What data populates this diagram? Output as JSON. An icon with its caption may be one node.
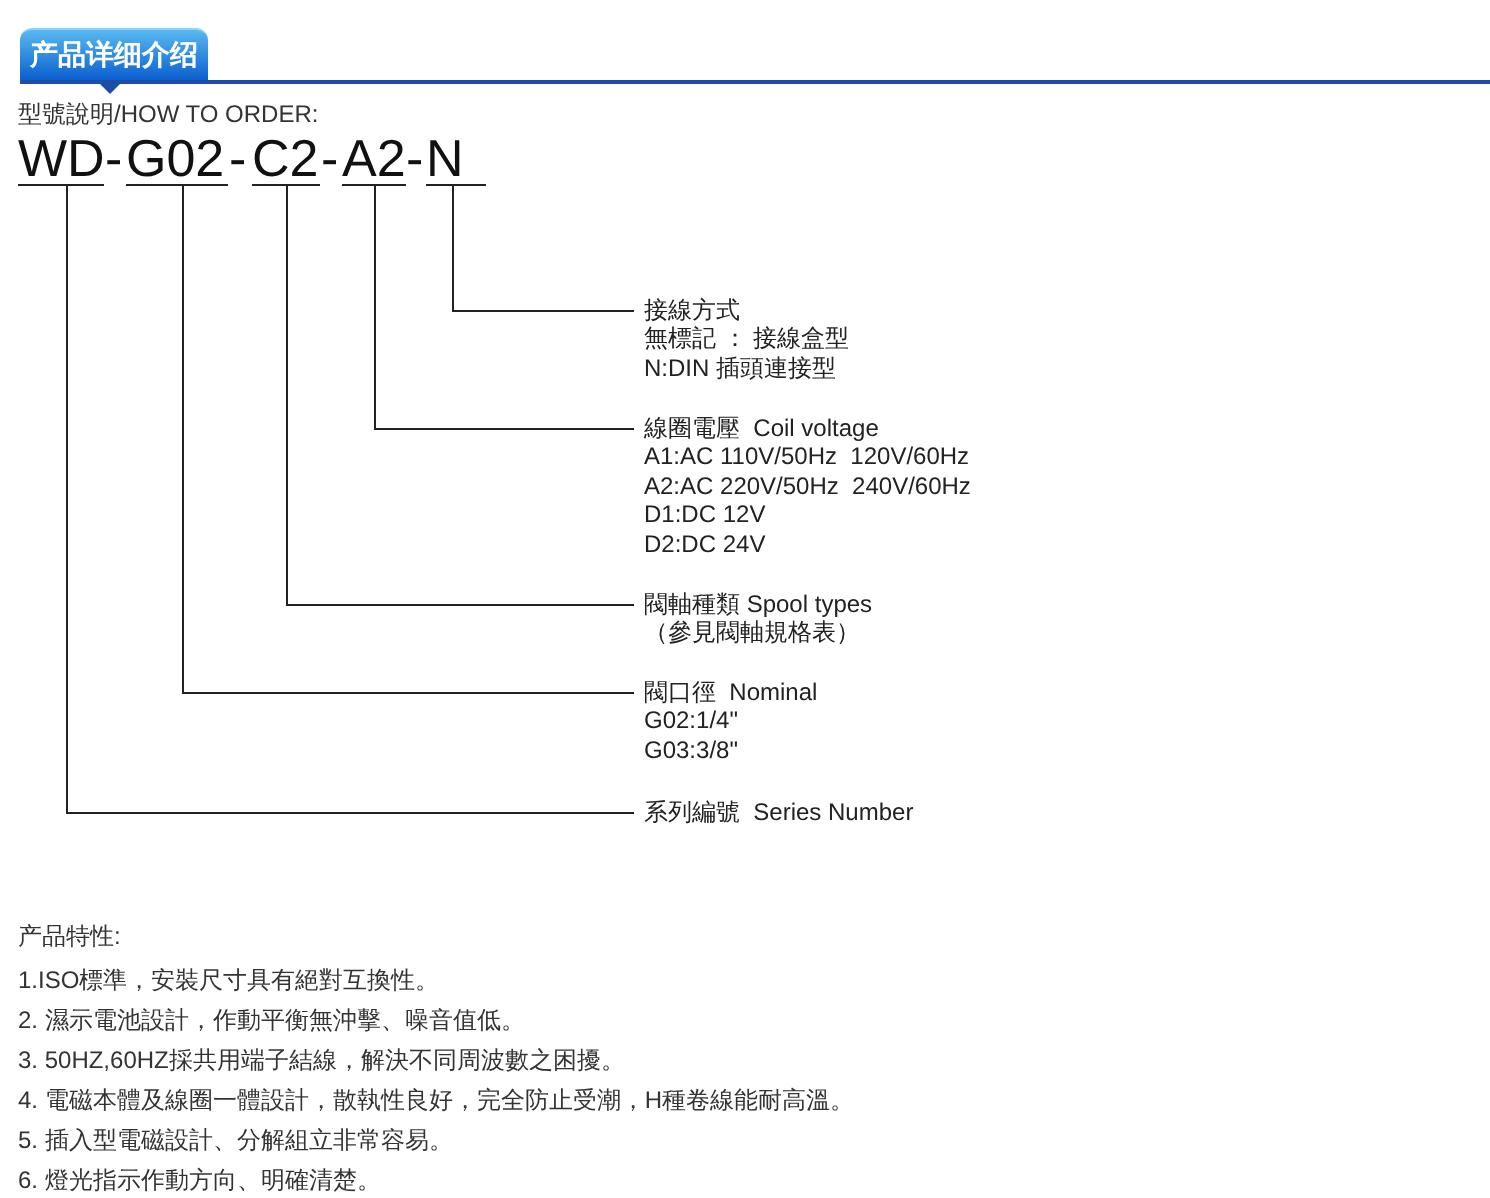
{
  "diagram": {
    "title": "产品详细介绍",
    "nodes": [
      {
        "text": [
          "WD"
        ]
      },
      {
        "text": [
          "G02"
        ]
      },
      {
        "text": [
          "C2"
        ]
      },
      {
        "text": [
          "A2"
        ]
      },
      {
        "text": [
          "N"
        ]
      },
      {
        "text": [
          "接線方式",
          "無標記 ： 接線盒型",
          "N:DIN 插頭連接型"
        ]
      },
      {
        "text": [
          "線圈電壓  Coil voltage",
          "A1:AC 110V/50Hz  120V/60Hz",
          "A2:AC 220V/50Hz  240V/60Hz",
          "D1:DC 12V",
          "D2:DC 24V"
        ]
      },
      {
        "text": [
          "閥軸種類 Spool types",
          "（參見閥軸規格表）"
        ]
      },
      {
        "text": [
          "閥口徑  Nominal",
          "G02:1/4\"",
          "G03:3/8\""
        ]
      },
      {
        "text": [
          "系列編號  Series Number"
        ]
      }
    ],
    "edges": [
      {
        "from": 4,
        "to": 5,
        "arrow": "none"
      },
      {
        "from": 3,
        "to": 6,
        "arrow": "none"
      },
      {
        "from": 2,
        "to": 7,
        "arrow": "none"
      },
      {
        "from": 1,
        "to": 8,
        "arrow": "none"
      },
      {
        "from": 0,
        "to": 9,
        "arrow": "none"
      }
    ],
    "labels": [
      "型號說明/HOW TO ORDER:",
      "-",
      "-",
      "-",
      "-",
      "产品特性:",
      "1.ISO標準，安裝尺寸具有絕對互換性。",
      "2. 濕示電池設計，作動平衡無沖擊、噪音值低。",
      "3. 50HZ,60HZ採共用端子結線，解決不同周波數之困擾。",
      "4. 電磁本體及線圈一體設計，散執性良好，完全防止受潮，H種卷線能耐高溫。",
      "5. 插入型電磁設計、分解組立非常容易。",
      "6. 燈光指示作動方向、明確清楚。"
    ]
  }
}
